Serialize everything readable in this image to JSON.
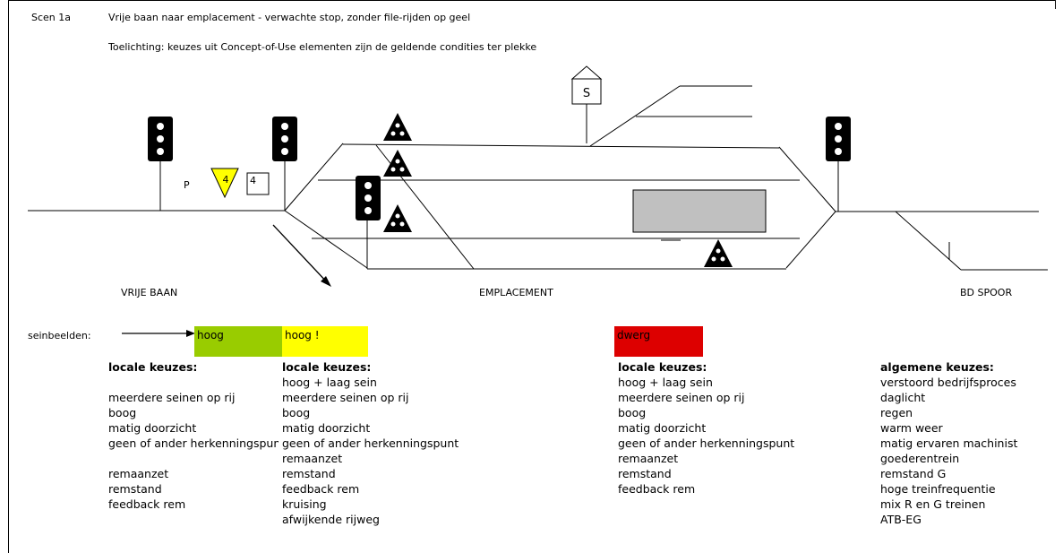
{
  "header": {
    "scen_id": "Scen 1a",
    "title": "Vrije baan naar emplacement - verwachte stop, zonder file-rijden op geel",
    "note": "Toelichting: keuzes uit  Concept-of-Use elementen zijn de geldende condities ter plekke"
  },
  "diagram": {
    "station_sign": "S",
    "p_label": "P",
    "speed_triangle": "4",
    "speed_square": "4",
    "zone_left": "VRIJE BAAN",
    "zone_mid": "EMPLACEMENT",
    "zone_right": "BD SPOOR",
    "colors": {
      "signal_body": "#000000",
      "lamp": "#ffffff",
      "platform": "#c0c0c0",
      "speed_triangle": "#ffff00"
    }
  },
  "aspects": {
    "label": "seinbeelden:",
    "items": [
      {
        "label": "hoog",
        "color": "#99cc00"
      },
      {
        "label": "hoog !",
        "color": "#ffff00"
      },
      {
        "label": "dwerg",
        "color": "#dd0000"
      }
    ]
  },
  "lists": {
    "col1": {
      "header": "locale keuzes:",
      "items": [
        "meerdere seinen op rij",
        "boog",
        "matig doorzicht",
        "geen of ander herkenningspunt",
        "remaanzet",
        "remstand",
        "feedback rem"
      ]
    },
    "col2": {
      "header": "locale keuzes:",
      "items": [
        "hoog + laag sein",
        "meerdere seinen op rij",
        "boog",
        "matig doorzicht",
        "geen of ander herkenningspunt",
        "remaanzet",
        "remstand",
        "feedback rem",
        "kruising",
        "afwijkende rijweg"
      ]
    },
    "col3": {
      "header": "locale keuzes:",
      "items": [
        "hoog + laag sein",
        "meerdere seinen op rij",
        "boog",
        "matig doorzicht",
        "geen of ander herkenningspunt",
        "remaanzet",
        "remstand",
        "feedback rem"
      ]
    },
    "col4": {
      "header": "algemene keuzes:",
      "items": [
        "verstoord bedrijfsproces",
        "daglicht",
        "regen",
        "warm weer",
        "matig ervaren machinist",
        "goederentrein",
        "remstand G",
        "hoge treinfrequentie",
        "mix R en G treinen",
        "ATB-EG"
      ]
    }
  }
}
